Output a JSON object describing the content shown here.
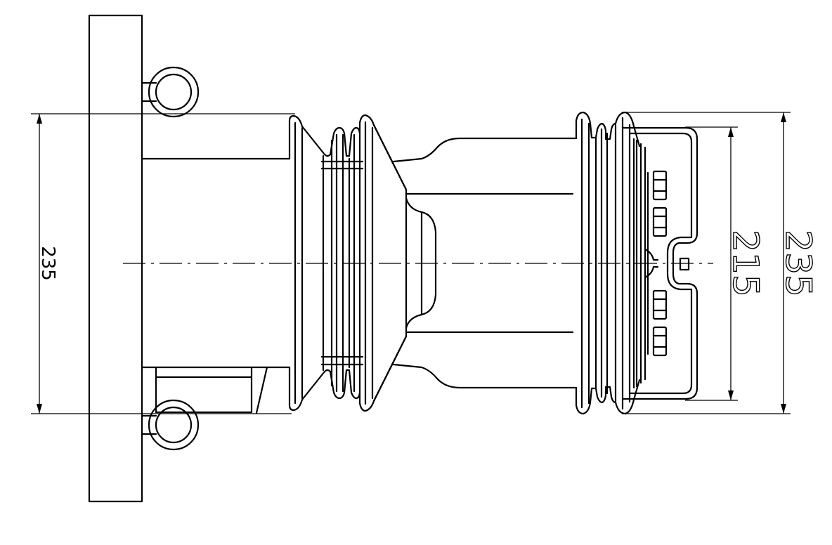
{
  "dimensions": {
    "left_height": "235",
    "inner_diameter": "215",
    "outer_diameter": "235"
  },
  "colors": {
    "line": "#000000",
    "background": "#ffffff"
  }
}
